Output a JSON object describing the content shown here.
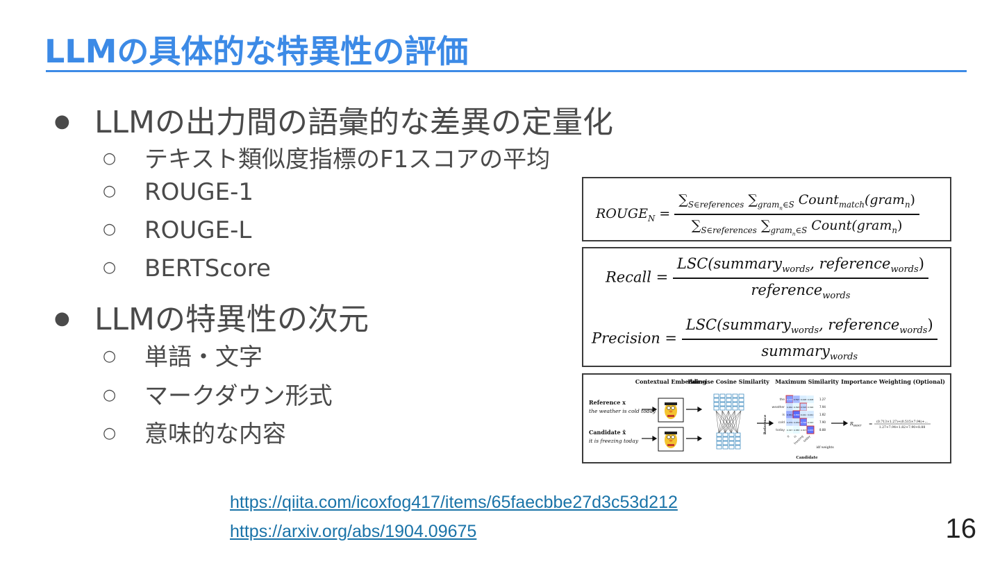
{
  "slide": {
    "title": "LLMの具体的な特異性の評価",
    "page_number": "16"
  },
  "bullets": {
    "b1": {
      "text": "LLMの出力間の語彙的な差異の定量化",
      "subs": [
        "テキスト類似度指標のF1スコアの平均",
        "ROUGE-1",
        "ROUGE-L",
        "BERTScore"
      ]
    },
    "b2": {
      "text": "LLMの特異性の次元",
      "subs": [
        "単語・文字",
        "マークダウン形式",
        "意味的な内容"
      ]
    },
    "bullet_glyph": "●",
    "sub_glyph": "○"
  },
  "formulas": {
    "rouge": {
      "lhs": "ROUGE",
      "lhs_sub": "N",
      "num_sum1_sub": "S∈references",
      "num_sum2_sub": "gram",
      "num_sum2_subsub": "n",
      "num_sum2_tail": "∈S",
      "num_term": "Count",
      "num_term_sub": "match",
      "num_arg": "(gram",
      "num_arg_sub": "n",
      "den_term": "Count",
      "den_arg": "(gram"
    },
    "recall": {
      "lhs": "Recall",
      "num_lsc": "LSC(summary",
      "num_sub1": "words",
      "num_mid": ", reference",
      "num_sub2": "words",
      "den": "reference",
      "den_sub": "words"
    },
    "precision": {
      "lhs": "Precision",
      "num_lsc": "LSC(summary",
      "num_sub1": "words",
      "num_mid": ", reference",
      "num_sub2": "words",
      "den": "summary",
      "den_sub": "words"
    }
  },
  "bertscore_diagram": {
    "headers": [
      "Contextual Embedding",
      "Pairwise Cosine Similarity",
      "Maximum Similarity",
      "Importance Weighting (Optional)"
    ],
    "reference_label": "Reference x",
    "reference_text": "the weather is cold today",
    "candidate_label": "Candidate x̂",
    "candidate_text": "it is freezing today",
    "row_words": [
      "the",
      "weather",
      "is",
      "cold",
      "today"
    ],
    "col_words": [
      "it",
      "is",
      "freezing",
      "today"
    ],
    "matrix": [
      [
        "0.713",
        "0.597",
        "0.428",
        "0.408"
      ],
      [
        "0.462",
        "0.393",
        "0.515",
        "0.326"
      ],
      [
        "0.651",
        "0.858",
        "0.441",
        "0.441"
      ],
      [
        "0.479",
        "0.454",
        "0.796",
        "0.343"
      ],
      [
        "0.347",
        "0.383",
        "0.307",
        "0.833"
      ]
    ],
    "idf": [
      "1.27",
      "7.94",
      "1.82",
      "7.90",
      "8.88"
    ],
    "idf_label": "idf weights",
    "axis_reference": "Reference",
    "axis_candidate": "Candidate",
    "formula_lhs": "R",
    "formula_lhs_sub": "BERT",
    "formula_num": "(0.713×1.27)+(0.515×7.94)+...",
    "formula_den": "1.27+7.94+1.82+7.90+8.88"
  },
  "links": {
    "link1": "https://qiita.com/icoxfog417/items/65faecbbe27d3c53d212",
    "link2": "https://arxiv.org/abs/1904.09675"
  },
  "colors": {
    "title": "#3c8ae6",
    "text": "#4a4a4a",
    "link": "#1a73a8"
  }
}
